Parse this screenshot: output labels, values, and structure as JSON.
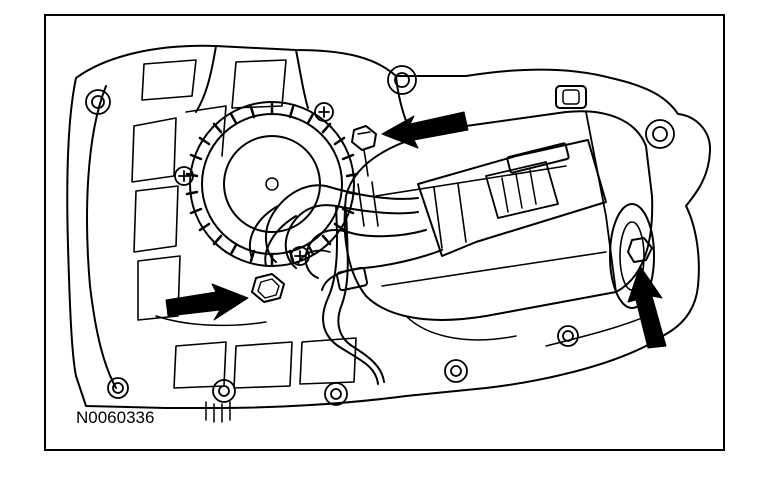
{
  "figure": {
    "id_label": "N0060336",
    "line_color": "#000000",
    "background_color": "#ffffff",
    "callout_color": "#000000",
    "callouts": [
      "arrow-upper-bolt",
      "arrow-lower-left-bolt",
      "arrow-right-bolt"
    ]
  }
}
